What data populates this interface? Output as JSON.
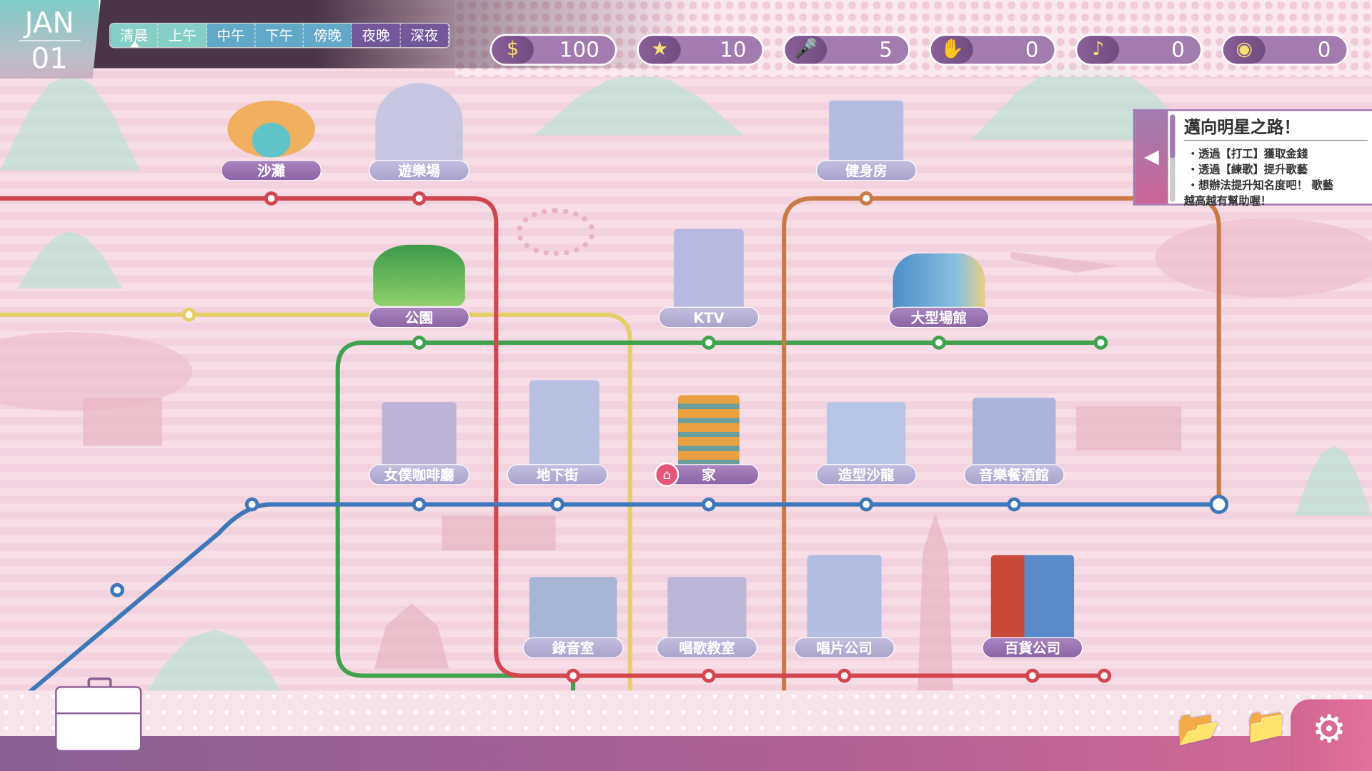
{
  "date": {
    "month": "JAN",
    "day": "01"
  },
  "time_slots": [
    {
      "label": "清晨",
      "color": "#86cfc6",
      "current": true
    },
    {
      "label": "上午",
      "color": "#86cfc6"
    },
    {
      "label": "中午",
      "color": "#62a8c9"
    },
    {
      "label": "下午",
      "color": "#62a8c9"
    },
    {
      "label": "傍晚",
      "color": "#62a8c9"
    },
    {
      "label": "夜晚",
      "color": "#73579b"
    },
    {
      "label": "深夜",
      "color": "#73579b"
    }
  ],
  "resources": [
    {
      "icon": "dollar-icon",
      "glyph": "$",
      "value": "100"
    },
    {
      "icon": "star-icon",
      "glyph": "★",
      "value": "10"
    },
    {
      "icon": "microphone-icon",
      "glyph": "🎤",
      "value": "5"
    },
    {
      "icon": "hand-icon",
      "glyph": "✋",
      "value": "0"
    },
    {
      "icon": "music-file-icon",
      "glyph": "♪",
      "value": "0"
    },
    {
      "icon": "disc-icon",
      "glyph": "◉",
      "value": "0"
    }
  ],
  "quest": {
    "title": "邁向明星之路！",
    "lines": [
      "・透過【打工】獲取金錢",
      "・透過【練歌】提升歌藝",
      "・想辦法提升知名度吧！ 歌藝",
      "越高越有幫助喔！"
    ]
  },
  "locations": [
    {
      "name": "沙灘",
      "active": true
    },
    {
      "name": "遊樂場",
      "active": false
    },
    {
      "name": "健身房",
      "active": false
    },
    {
      "name": "公園",
      "active": true
    },
    {
      "name": "KTV",
      "active": false
    },
    {
      "name": "大型場館",
      "active": true
    },
    {
      "name": "女僕咖啡廳",
      "active": false
    },
    {
      "name": "地下街",
      "active": false
    },
    {
      "name": "家",
      "active": true
    },
    {
      "name": "造型沙龍",
      "active": false
    },
    {
      "name": "音樂餐酒館",
      "active": false
    },
    {
      "name": "錄音室",
      "active": false
    },
    {
      "name": "唱歌教室",
      "active": false
    },
    {
      "name": "唱片公司",
      "active": false
    },
    {
      "name": "百貨公司",
      "active": true
    }
  ],
  "line_colors": {
    "red": "#d2474f",
    "yellow": "#e6cf6a",
    "green": "#3ea24e",
    "blue": "#3e78b8",
    "orange": "#c97a45"
  }
}
